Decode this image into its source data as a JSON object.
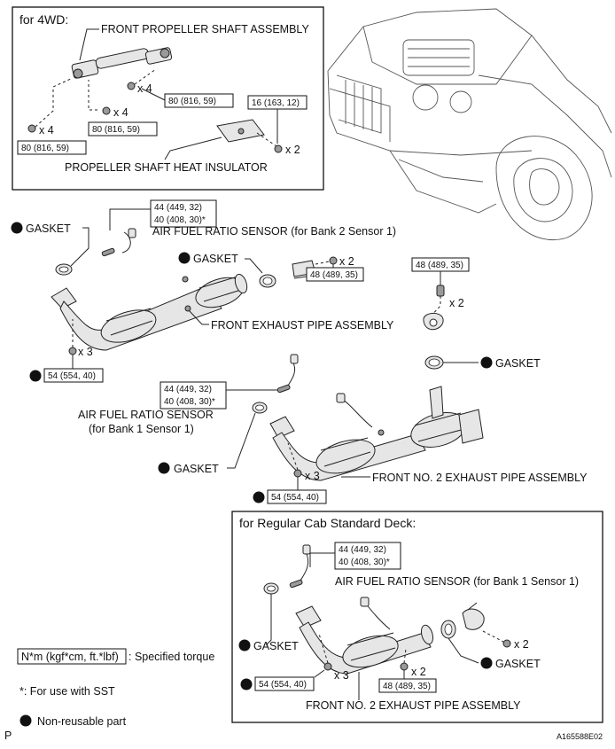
{
  "sections": {
    "fourwd_title": "for 4WD:",
    "regular_cab_title": "for Regular Cab Standard Deck:"
  },
  "labels": {
    "front_propeller_shaft": "FRONT PROPELLER SHAFT ASSEMBLY",
    "propeller_heat_insulator": "PROPELLER SHAFT HEAT INSULATOR",
    "gasket": "GASKET",
    "af_sensor_bank2": "AIR FUEL RATIO SENSOR (for Bank 2 Sensor 1)",
    "front_exhaust_pipe": "FRONT EXHAUST PIPE ASSEMBLY",
    "af_sensor_bank1_line1": "AIR FUEL RATIO SENSOR",
    "af_sensor_bank1_line2": "(for Bank 1 Sensor 1)",
    "front_no2_exhaust_pipe": "FRONT NO. 2 EXHAUST PIPE ASSEMBLY",
    "af_sensor_bank1_full": "AIR FUEL RATIO SENSOR (for Bank 1 Sensor 1)"
  },
  "torque": {
    "t_80_816_59": "80 (816, 59)",
    "t_16_163_12": "16 (163, 12)",
    "t_44_449_32": "44 (449, 32)",
    "t_40_408_30_sst": "40 (408, 30)*",
    "t_48_489_35": "48 (489, 35)",
    "t_54_554_40": "54 (554, 40)"
  },
  "quantities": {
    "x2": "x 2",
    "x3": "x 3",
    "x4": "x 4"
  },
  "legend": {
    "unit_box": "N*m (kgf*cm, ft.*lbf)",
    "unit_desc": ": Specified torque",
    "sst_note": "*: For use with SST",
    "non_reusable": "Non-reusable part"
  },
  "footer": {
    "page_mark": "P",
    "ref_code": "A165588E02"
  }
}
